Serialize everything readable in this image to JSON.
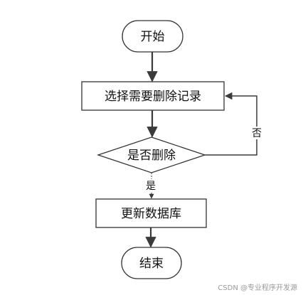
{
  "nodes": {
    "start": "开始",
    "select": "选择需要删除记录",
    "decision": "是否删除",
    "update": "更新数据库",
    "end": "结束"
  },
  "edges": {
    "no_label": "否",
    "yes_label": "是"
  },
  "watermark": "CSDN @专业程序开发源"
}
